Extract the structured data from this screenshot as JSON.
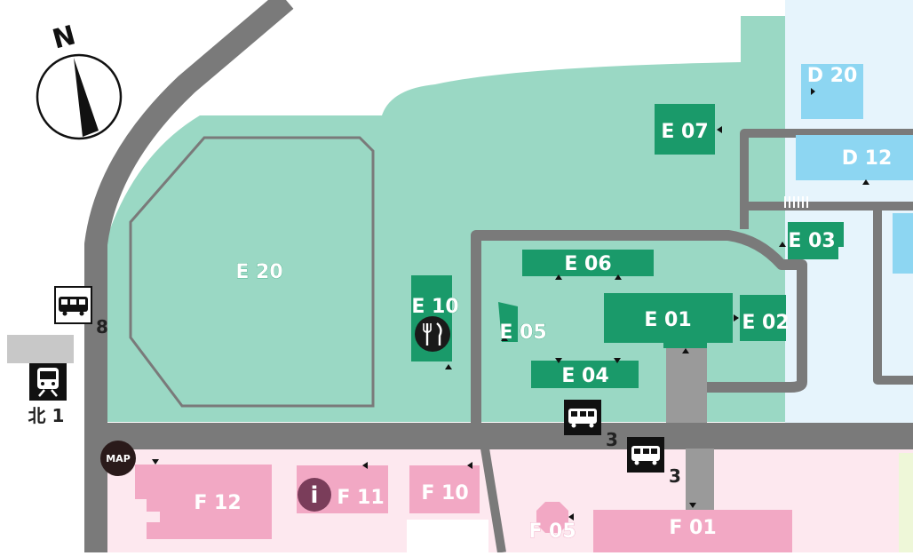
{
  "compass": {
    "label": "N"
  },
  "buildings": {
    "e01": "E 01",
    "e02": "E 02",
    "e03": "E 03",
    "e04": "E 04",
    "e05": "E 05",
    "e06": "E 06",
    "e07": "E 07",
    "e10": "E 10",
    "e20": "E 20",
    "d12": "D 12",
    "d20": "D 20",
    "f01": "F 01",
    "f05": "F 05",
    "f10": "F 10",
    "f11": "F 11",
    "f12": "F 12"
  },
  "bus_stops": {
    "stop_8": "8",
    "stop_3a": "3",
    "stop_3b": "3"
  },
  "station": {
    "label": "北 1"
  },
  "map_badge": {
    "label": "MAP"
  },
  "info_badge": {
    "label": "i"
  },
  "colors": {
    "road": "#7a7a7a",
    "campus_green": "#9ad8c4",
    "building_green": "#1a9a6a",
    "pink_zone": "#fde8ef",
    "building_pink": "#f2a8c4",
    "blue_zone": "#e6f4fc",
    "building_blue": "#8dd6f2",
    "icon_black": "#111111"
  }
}
